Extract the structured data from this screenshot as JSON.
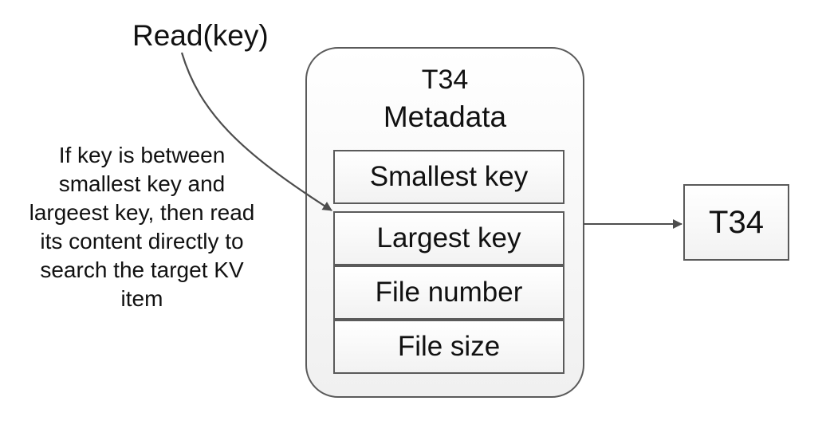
{
  "read_label": "Read(key)",
  "metadata_box": {
    "table_id": "T34",
    "title": "Metadata",
    "fields": [
      "Smallest key",
      "Largest key",
      "File number",
      "File size"
    ]
  },
  "note_lines": [
    "If key is between",
    "smallest key and",
    "largeest key, then read",
    "its content directly to",
    "search the target KV",
    "item"
  ],
  "target_label": "T34",
  "colors": {
    "stroke": "#5a5a5a",
    "text": "#111111",
    "box_fill": "#f7f7f7",
    "background": "#ffffff"
  }
}
